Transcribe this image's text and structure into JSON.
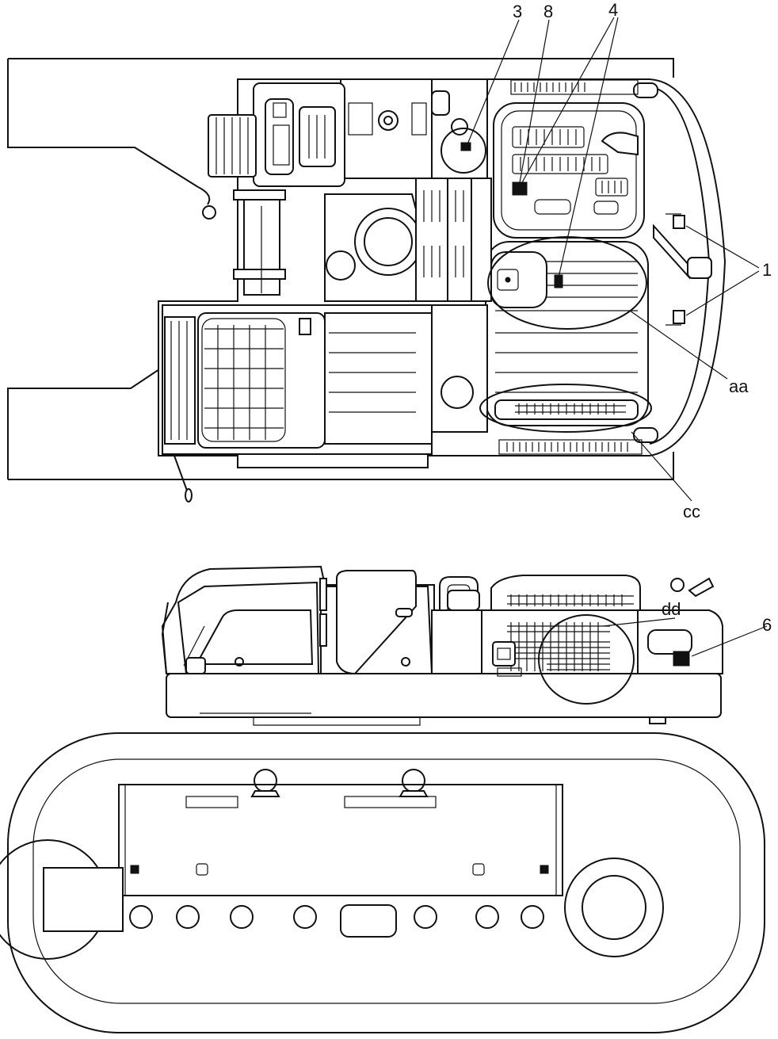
{
  "figure": {
    "callouts": {
      "c3": "3",
      "c8": "8",
      "c4": "4",
      "c1": "1",
      "aa": "aa",
      "cc": "cc",
      "dd": "dd",
      "c6": "6"
    },
    "views": [
      "top-view",
      "side-view",
      "track-view"
    ],
    "colors": {
      "line": "#111111",
      "background": "#ffffff"
    }
  }
}
